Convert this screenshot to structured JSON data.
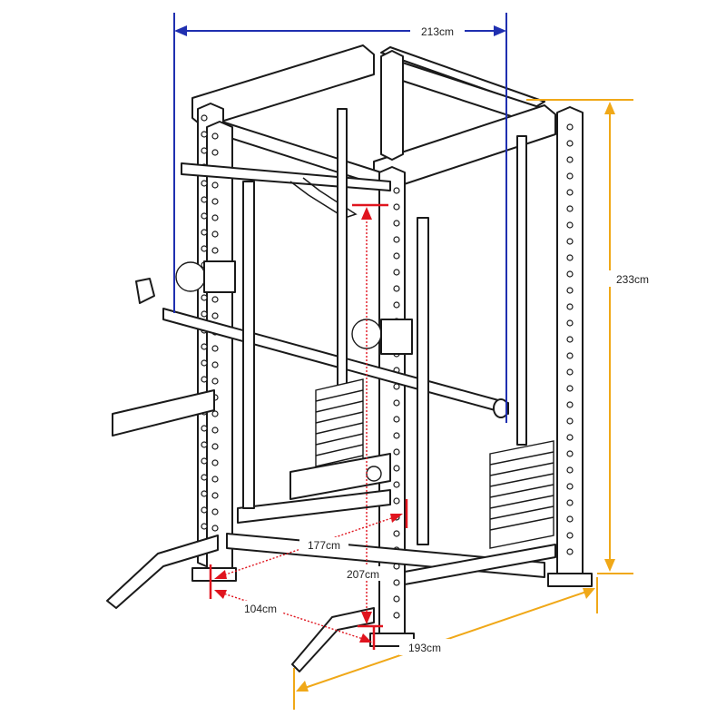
{
  "dimensions": {
    "width_top": {
      "label": "213cm",
      "color": "#1f2fb0"
    },
    "height": {
      "label": "233cm",
      "color": "#f0a818"
    },
    "depth": {
      "label": "193cm",
      "color": "#f0a818"
    },
    "inner_width": {
      "label": "177cm",
      "color": "#e0141e"
    },
    "inner_height": {
      "label": "207cm",
      "color": "#e0141e"
    },
    "inner_depth": {
      "label": "104cm",
      "color": "#e0141e"
    }
  }
}
